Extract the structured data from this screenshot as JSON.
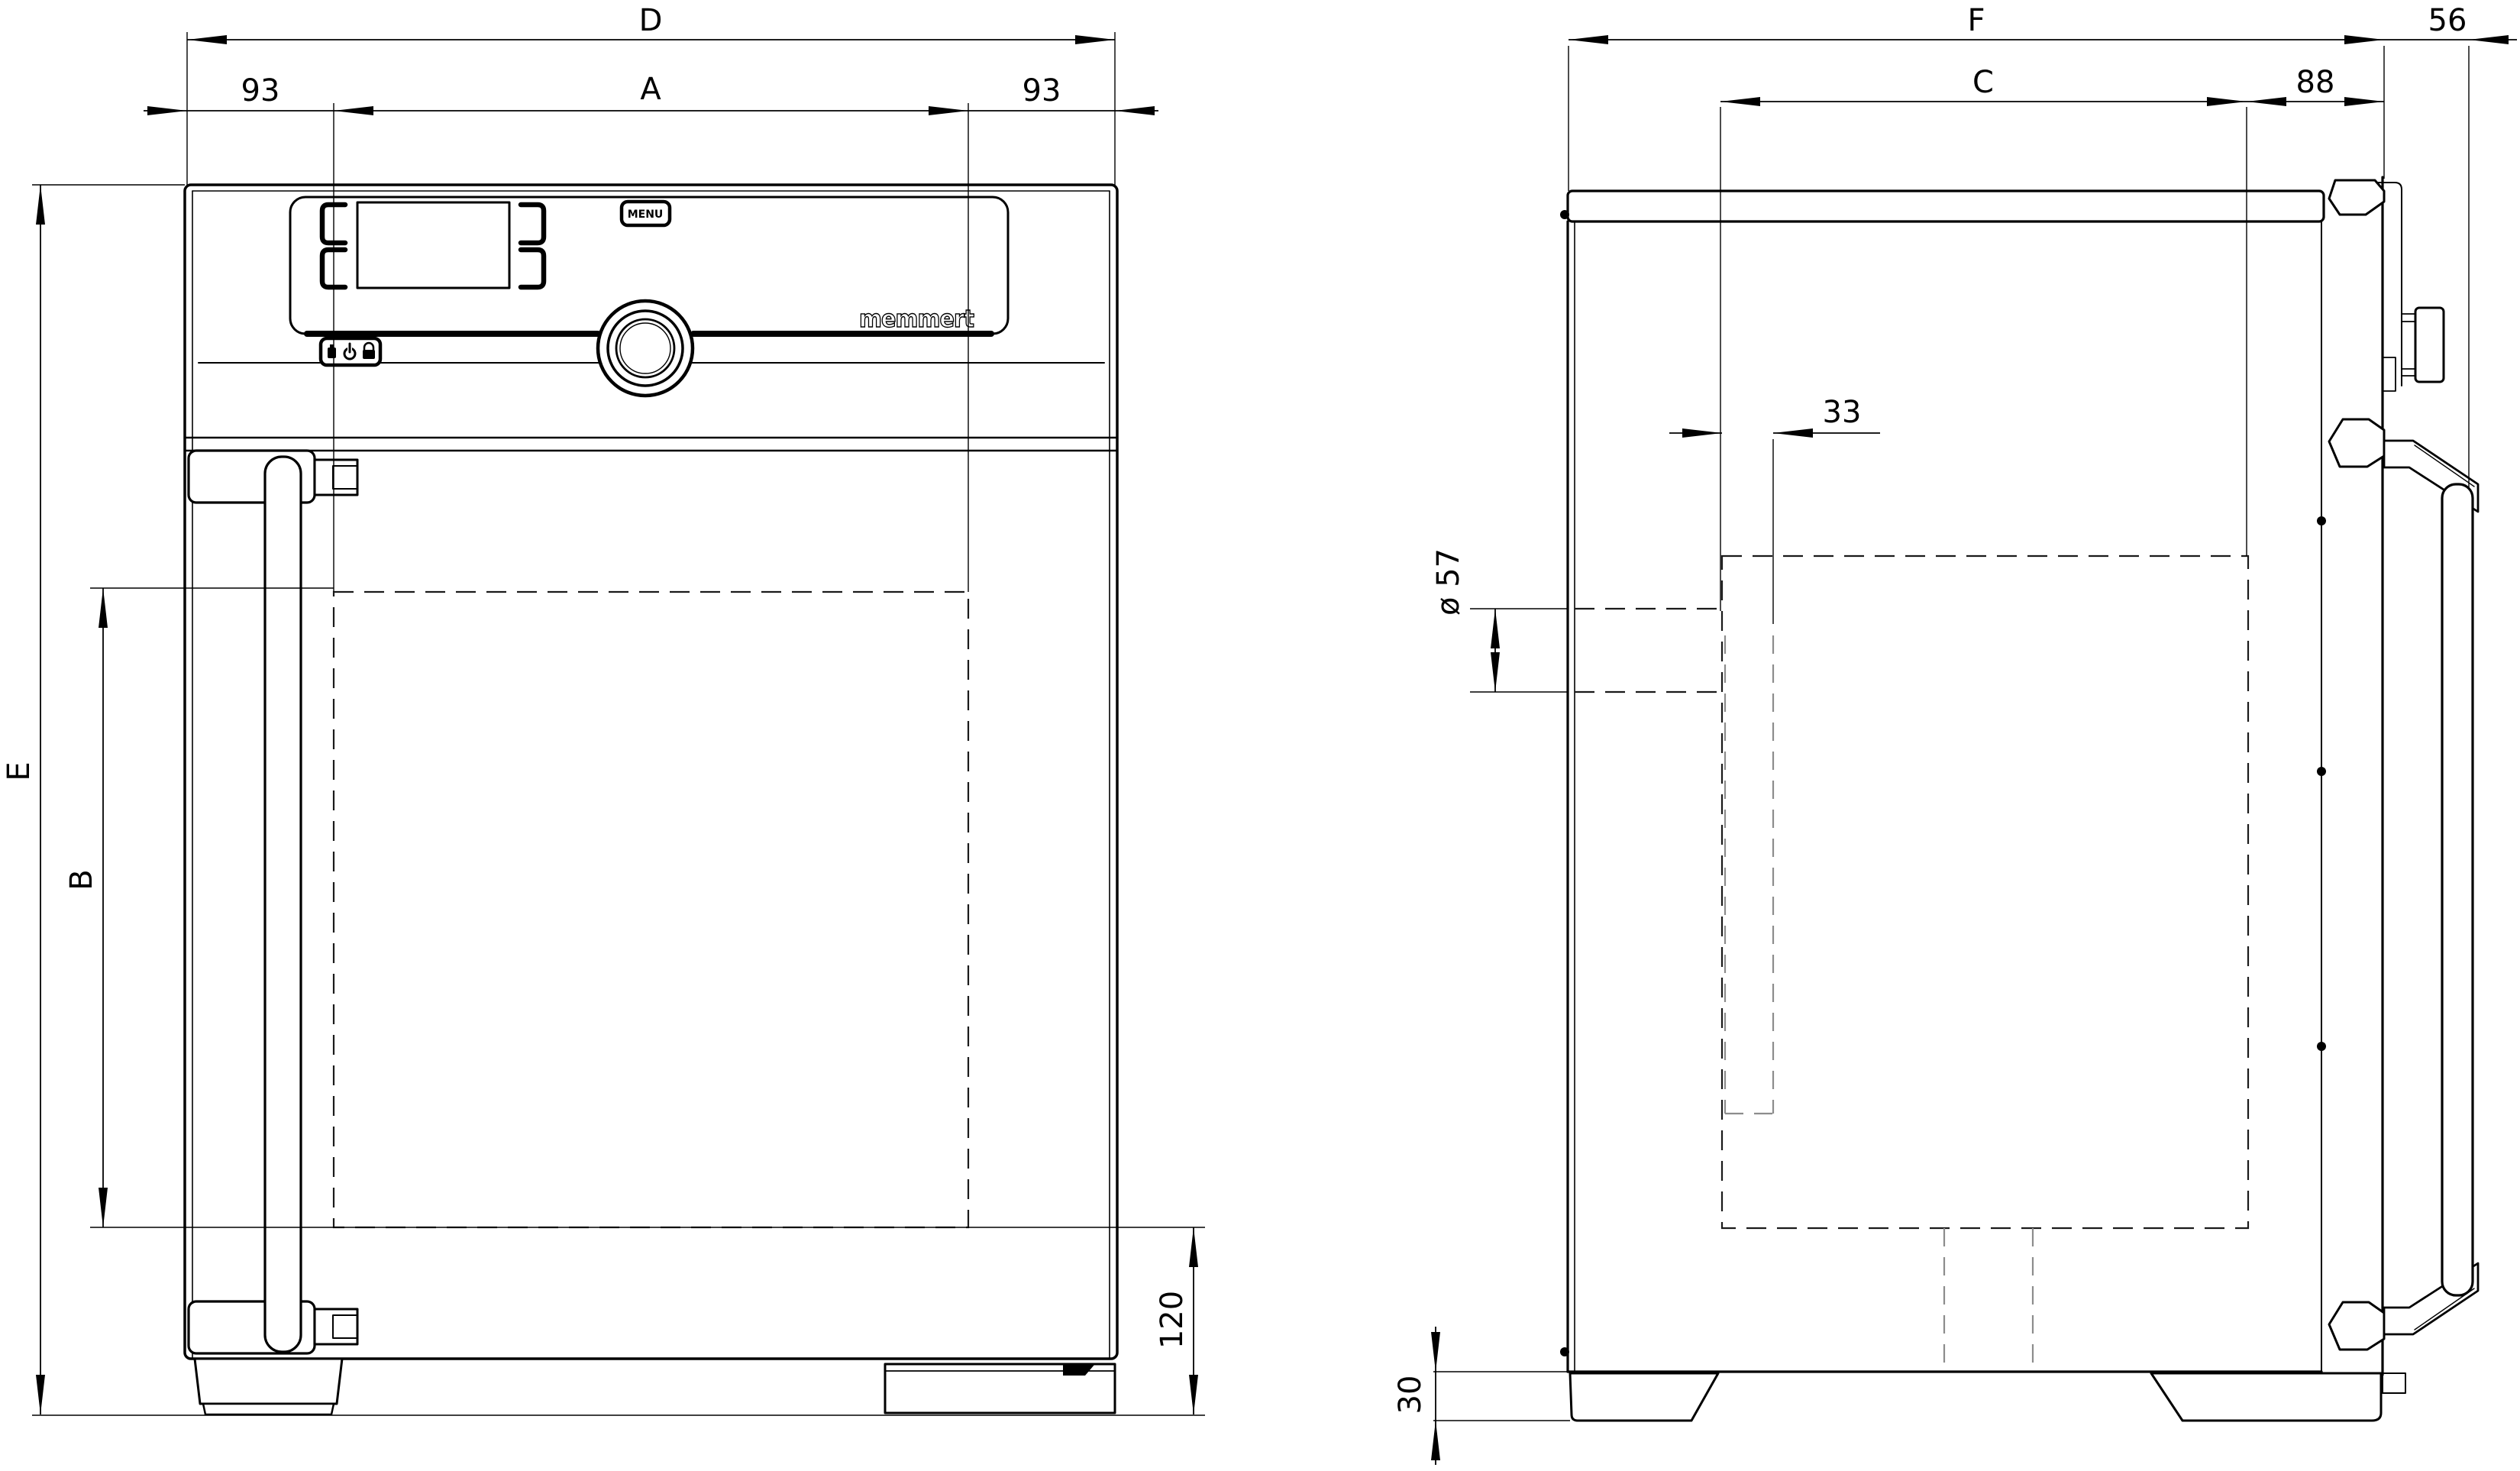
{
  "colors": {
    "line": "#000000",
    "background": "#ffffff",
    "secondary_dash": "#8c8c8c"
  },
  "front_view": {
    "view_name": "front-elevation",
    "dimensions": {
      "overall_width": "D",
      "left_offset": "93",
      "interior_width": "A",
      "right_offset": "93",
      "overall_height": "E",
      "interior_height": "B",
      "base_height": "120"
    },
    "control_panel": {
      "menu_button": "MENU",
      "brand_logo": "memmert",
      "status_icons": [
        "usb-icon",
        "power-icon",
        "alarm-icon"
      ]
    }
  },
  "side_view": {
    "view_name": "side-elevation",
    "dimensions": {
      "overall_depth": "F",
      "handle_offset": "56",
      "interior_depth": "C",
      "rear_offset": "88",
      "duct_width": "33",
      "port_diameter": "ø 57",
      "foot_height": "30"
    }
  }
}
